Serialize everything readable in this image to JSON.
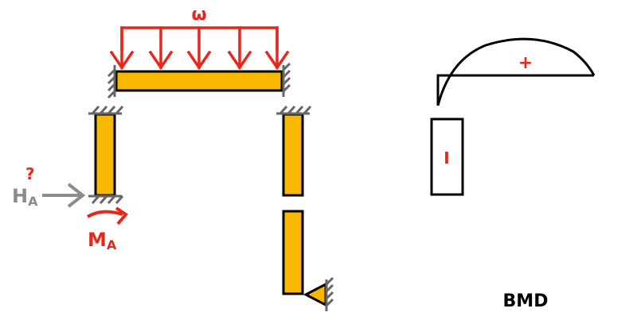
{
  "diagram": {
    "load_label": "ω",
    "reaction_h": {
      "main": "H",
      "sub": "A",
      "unknown_mark": "?"
    },
    "reaction_m": {
      "main": "M",
      "sub": "A"
    },
    "bmd": {
      "title": "BMD",
      "positive_sign": "+",
      "negative_sign": "I"
    }
  },
  "colors": {
    "member_fill": "#f9b800",
    "load": "#e8271c",
    "support": "#666666",
    "reaction_h": "#8c8c8c",
    "outline": "#000000"
  }
}
